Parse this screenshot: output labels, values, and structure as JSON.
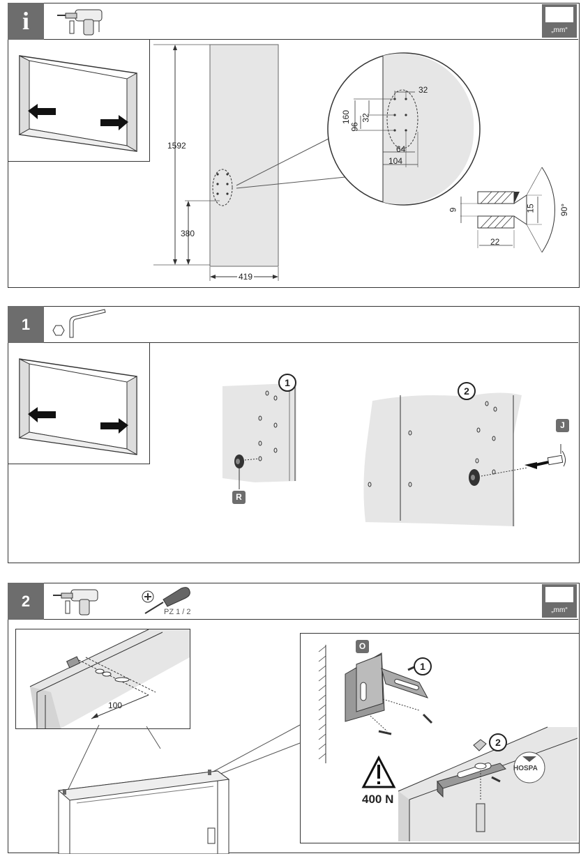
{
  "section_info": {
    "badge": "i",
    "unit": "mm",
    "dims": {
      "height": "1592",
      "width": "419",
      "lower": "380",
      "d32a": "32",
      "d160": "160",
      "d32b": "32",
      "d96": "96",
      "d64": "64",
      "d104": "104",
      "hole_9": "9",
      "hole_15": "15",
      "hole_22": "22",
      "angle": "90°"
    }
  },
  "section_1": {
    "badge": "1",
    "callout_1": "1",
    "callout_2": "2",
    "part_r": "R",
    "part_j": "J"
  },
  "section_2": {
    "badge": "2",
    "screwdriver": "PZ 1 / 2",
    "unit": "mm",
    "dim_100": "100",
    "part_o": "O",
    "callout_1": "1",
    "callout_2": "2",
    "load": "400 N",
    "brand": "HOSPA"
  },
  "colors": {
    "header_bar": "#6d6d6d",
    "panel_fill": "#e6e6e6",
    "border": "#333333"
  }
}
